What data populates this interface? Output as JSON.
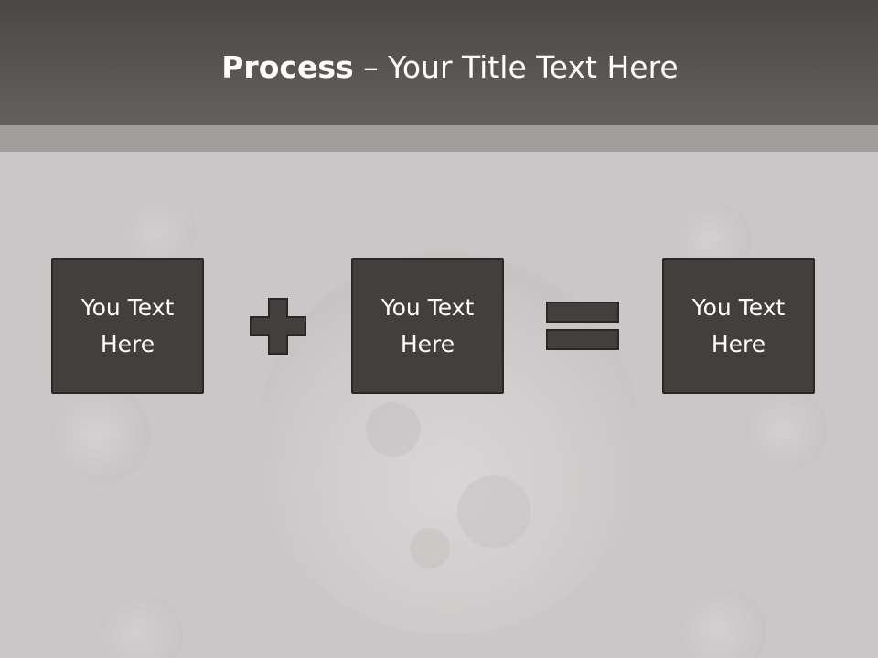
{
  "title": {
    "bold": "Process",
    "rest": " – Your Title Text Here"
  },
  "boxes": [
    {
      "line1": "You Text",
      "line2": "Here"
    },
    {
      "line1": "You Text",
      "line2": "Here"
    },
    {
      "line1": "You Text",
      "line2": "Here"
    }
  ],
  "operators": [
    "plus-icon",
    "equals-icon"
  ],
  "colors": {
    "title_bar": "#4b4745",
    "box_fill": "#423f3d",
    "box_border": "#2a2827",
    "background": "#c9c7c8"
  }
}
